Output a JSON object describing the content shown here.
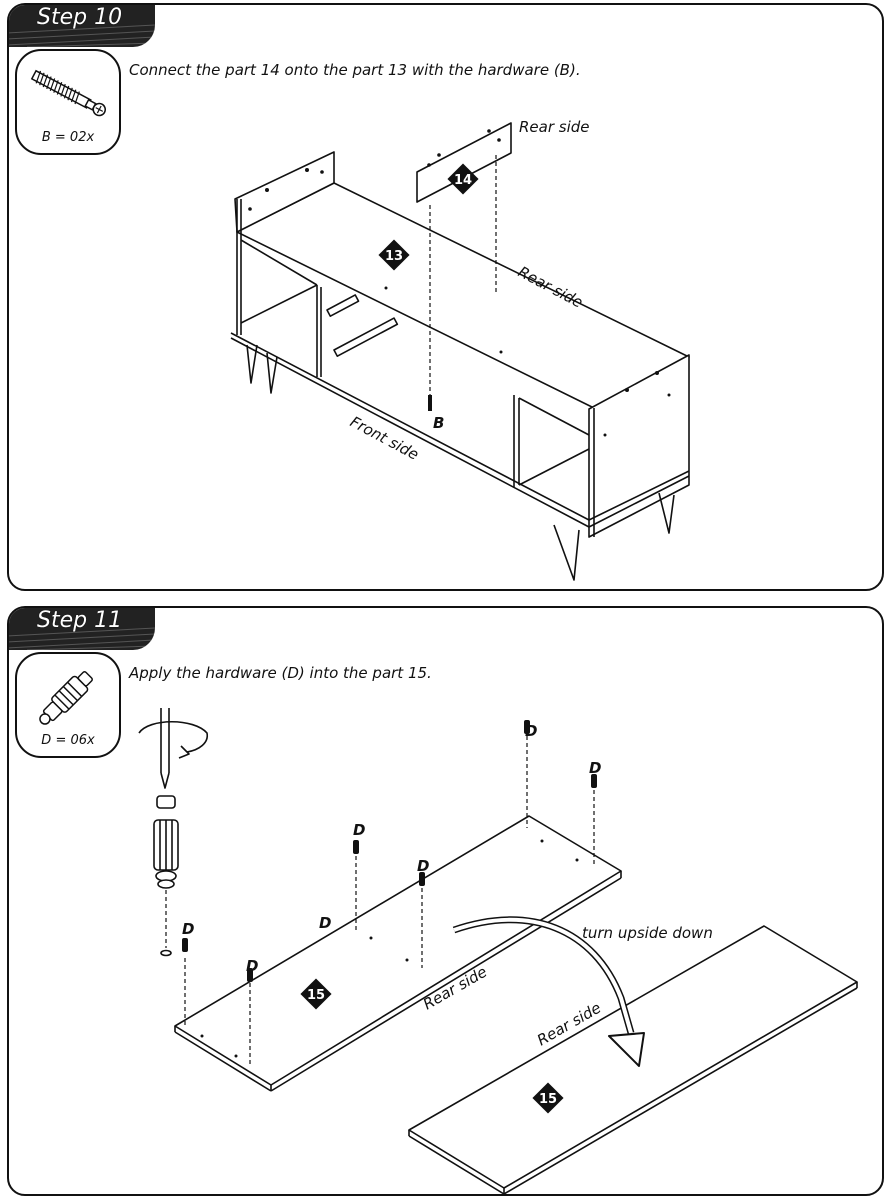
{
  "step10": {
    "title": "Step 10",
    "hardware_label": "B = 02x",
    "hardware_icon": "cam-bolt-icon",
    "instruction": "Connect the part 14 onto the part 13 with the hardware (B).",
    "labels": {
      "rear_side_top": "Rear side",
      "rear_side_diag": "Rear side",
      "front_side": "Front side",
      "hardware_b": "B"
    },
    "parts": {
      "part_14": "14",
      "part_13": "13"
    }
  },
  "step11": {
    "title": "Step 11",
    "hardware_label": "D = 06x",
    "hardware_icon": "cam-dowel-icon",
    "instruction": "Apply the hardware (D) into the part 15.",
    "labels": {
      "hardware_d": "D",
      "rear_side_1": "Rear side",
      "rear_side_2": "Rear side",
      "turn": "turn upside down"
    },
    "parts": {
      "part_15a": "15",
      "part_15b": "15"
    }
  }
}
